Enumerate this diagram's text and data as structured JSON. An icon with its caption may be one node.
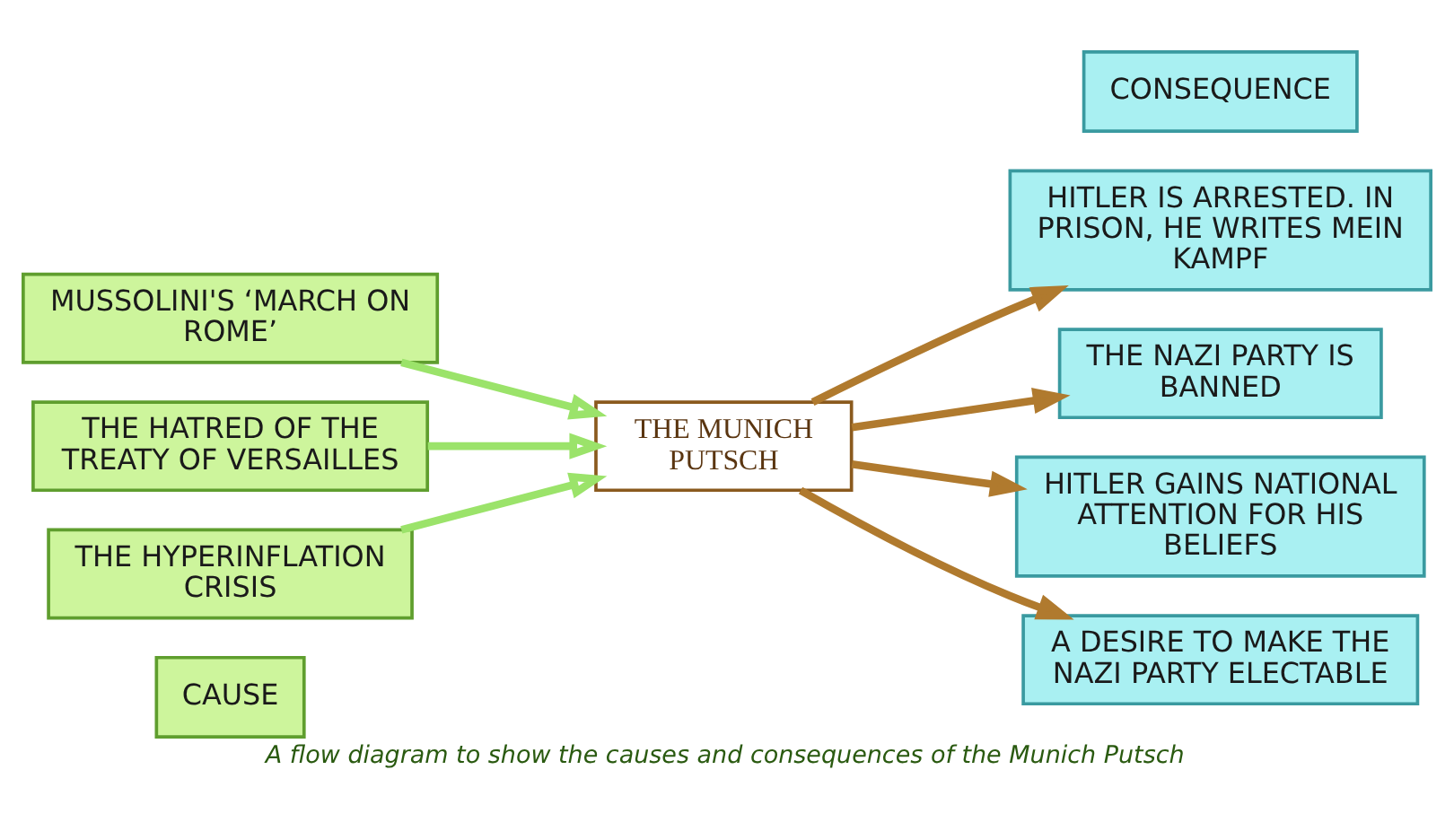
{
  "diagram": {
    "caption": "A flow diagram to show the causes and consequences of the Munich Putsch",
    "nodes": [
      {
        "text": [
          "CAUSE"
        ]
      },
      {
        "text": [
          "CONSEQUENCE"
        ]
      },
      {
        "text": [
          "MUSSOLINI'S ‘MARCH ON ROME’"
        ]
      },
      {
        "text": [
          "THE HATRED OF THE TREATY OF VERSAILLES"
        ]
      },
      {
        "text": [
          "THE HYPERINFLATION CRISIS"
        ]
      },
      {
        "text": [
          "THE MUNICH PUTSCH"
        ]
      },
      {
        "text": [
          "HITLER IS ARRESTED. IN PRISON, HE WRITES MEIN KAMPF"
        ]
      },
      {
        "text": [
          "THE NAZI PARTY IS BANNED"
        ]
      },
      {
        "text": [
          "HITLER GAINS NATIONAL ATTENTION FOR HIS BELIEFS"
        ]
      },
      {
        "text": [
          "A DESIRE TO MAKE THE NAZI PARTY ELECTABLE"
        ]
      }
    ],
    "edges": [
      {
        "from": 2,
        "to": 5,
        "arrow": "to",
        "color": "#9be36a"
      },
      {
        "from": 3,
        "to": 5,
        "arrow": "to",
        "color": "#9be36a"
      },
      {
        "from": 4,
        "to": 5,
        "arrow": "to",
        "color": "#9be36a"
      },
      {
        "from": 5,
        "to": 6,
        "arrow": "to"
      },
      {
        "from": 5,
        "to": 7,
        "arrow": "to"
      },
      {
        "from": 5,
        "to": 8,
        "arrow": "to"
      },
      {
        "from": 5,
        "to": 9,
        "arrow": "to"
      }
    ]
  }
}
